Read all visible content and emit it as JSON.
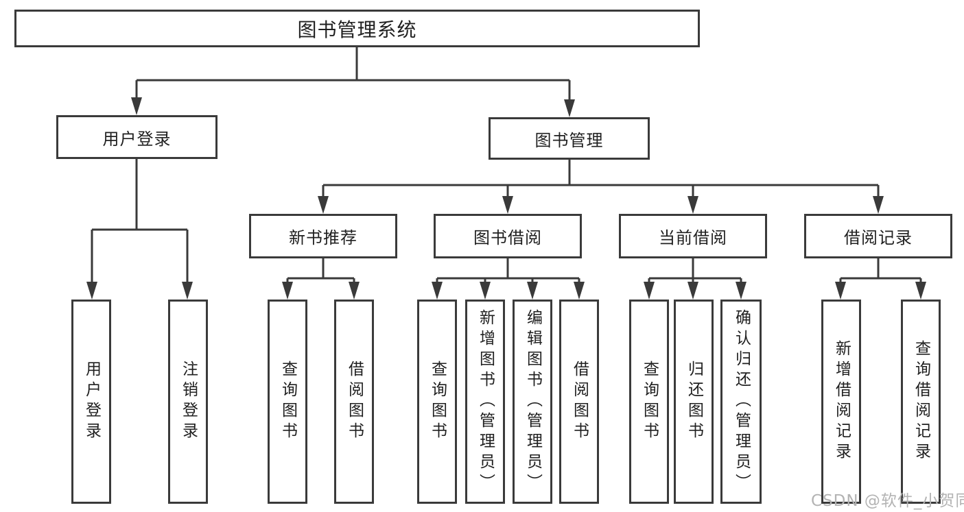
{
  "tree": {
    "root": {
      "label": "图书管理系统"
    },
    "branches": [
      {
        "label": "用户登录",
        "children": [
          {
            "label": "用户登录"
          },
          {
            "label": "注销登录"
          }
        ]
      },
      {
        "label": "图书管理",
        "children": [
          {
            "label": "新书推荐",
            "children": [
              {
                "label": "查询图书"
              },
              {
                "label": "借阅图书"
              }
            ]
          },
          {
            "label": "图书借阅",
            "children": [
              {
                "label": "查询图书"
              },
              {
                "label": "新增图书（管理员）"
              },
              {
                "label": "编辑图书（管理员）"
              },
              {
                "label": "借阅图书"
              }
            ]
          },
          {
            "label": "当前借阅",
            "children": [
              {
                "label": "查询图书"
              },
              {
                "label": "归还图书"
              },
              {
                "label": "确认归还（管理员）"
              }
            ]
          },
          {
            "label": "借阅记录",
            "children": [
              {
                "label": "新增借阅记录"
              },
              {
                "label": "查询借阅记录"
              }
            ]
          }
        ]
      }
    ]
  },
  "watermark": {
    "text": "CSDN @软件_小贺同学"
  },
  "colors": {
    "line": "#3a3a3a",
    "text": "#1f1f1f",
    "watermark": "#b3b3b3",
    "background": "#ffffff"
  }
}
